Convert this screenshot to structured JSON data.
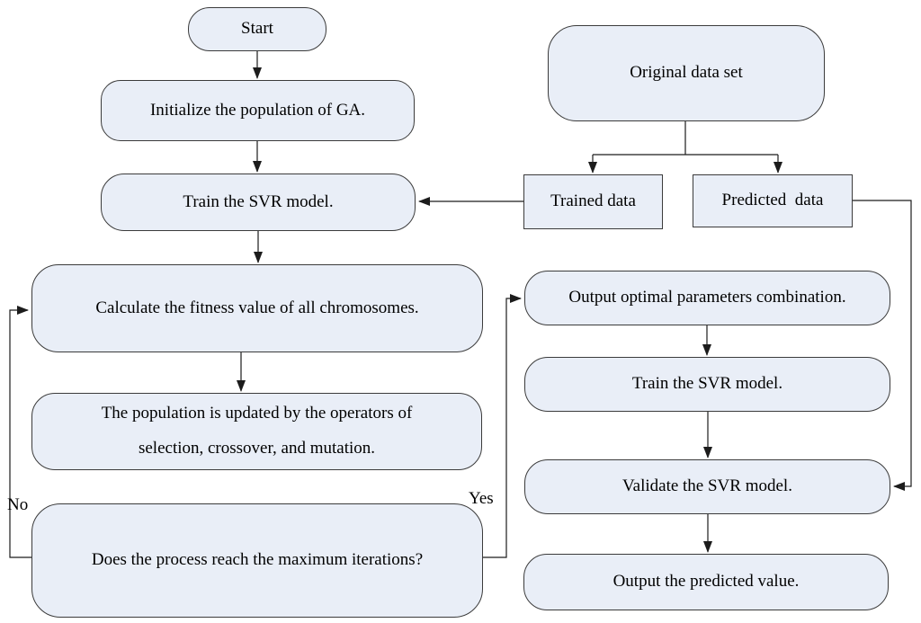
{
  "nodes": {
    "start": {
      "label": "Start"
    },
    "initialize": {
      "label": "Initialize the population of GA."
    },
    "train_svr_left": {
      "label": "Train the SVR model."
    },
    "calculate_fitness": {
      "label": "Calculate the fitness value of all chromosomes."
    },
    "update_population": {
      "line1": "The population is updated by the operators of",
      "line2": "selection, crossover, and mutation."
    },
    "decision_max_iterations": {
      "label": "Does the process reach the maximum iterations?"
    },
    "original_data_set": {
      "label": "Original data set"
    },
    "trained_data": {
      "label": "Trained data"
    },
    "predicted_data": {
      "label": "Predicted  data"
    },
    "output_optimal_parameters": {
      "label": "Output optimal parameters combination."
    },
    "train_svr_right": {
      "label": "Train the SVR model."
    },
    "validate_svr": {
      "label": "Validate the SVR model."
    },
    "output_predicted_value": {
      "label": "Output the predicted value."
    }
  },
  "edge_labels": {
    "no": "No",
    "yes": "Yes"
  },
  "colors": {
    "node_fill": "#e9eef7",
    "node_border": "#3b3b3b",
    "arrow": "#1c1c1c",
    "text": "#000000",
    "background": "#ffffff"
  }
}
